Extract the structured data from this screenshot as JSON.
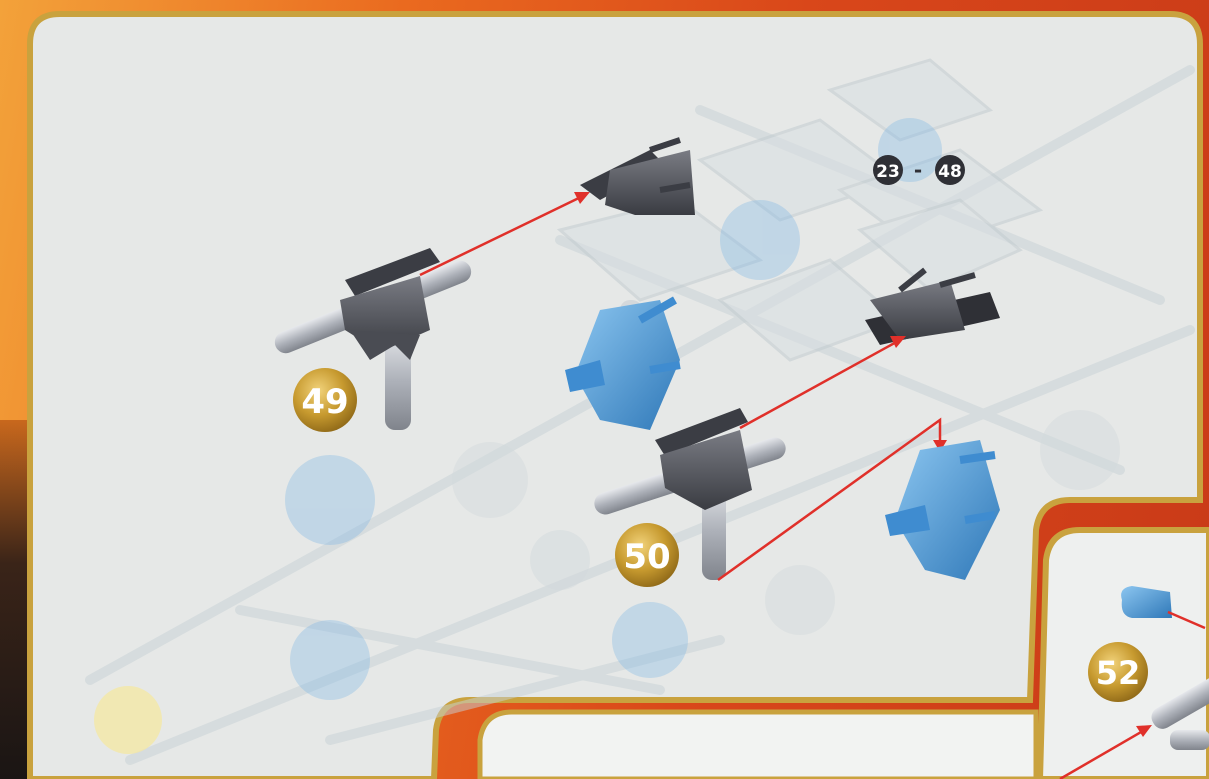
{
  "steps": {
    "step_49": "49",
    "step_50": "50",
    "step_52": "52"
  },
  "reference": {
    "from": "23",
    "dash": "-",
    "to": "48"
  },
  "colors": {
    "page_background": "#e6e8e7",
    "border_gold": "#c9a23e",
    "badge_gold": "#b8902a",
    "arrow_red": "#e0302a",
    "part_gray": "#5a5c63",
    "part_blue": "#4f9ad6",
    "rod_silver": "#b5b8bf"
  },
  "icons": {
    "connector": "gray-connector-icon",
    "blue_piece": "blue-connector-icon",
    "clip": "blue-clip-icon"
  }
}
